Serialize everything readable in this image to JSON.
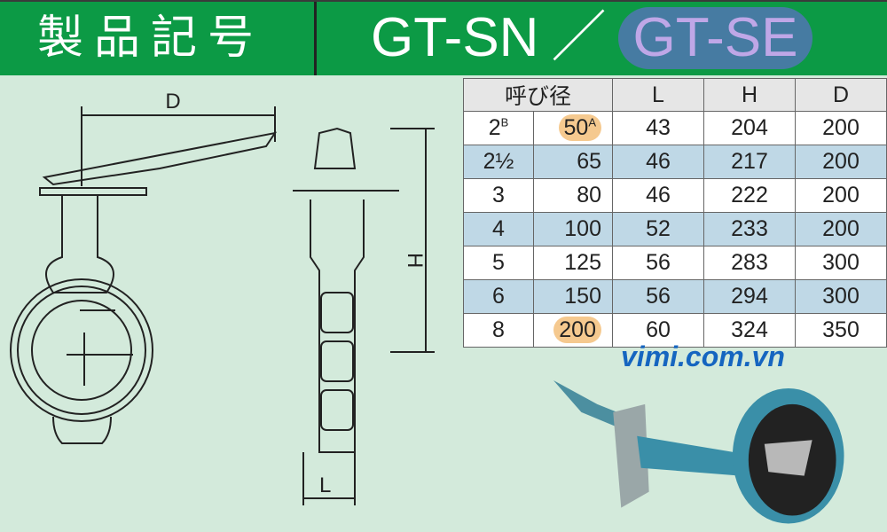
{
  "header": {
    "label": "製品記号",
    "model_a": "GT-SN",
    "separator": "／",
    "model_b": "GT-SE"
  },
  "watermark": "vimi.com.vn",
  "drawing": {
    "dim_d": "D",
    "dim_h": "H",
    "dim_l": "L"
  },
  "table": {
    "headers": [
      "呼び径",
      "L",
      "H",
      "D"
    ],
    "rows": [
      {
        "inch": "2",
        "inch_unit": "B",
        "mm": "50",
        "mm_unit": "A",
        "L": "43",
        "H": "204",
        "D": "200"
      },
      {
        "inch": "2½",
        "mm": "65",
        "L": "46",
        "H": "217",
        "D": "200"
      },
      {
        "inch": "3",
        "mm": "80",
        "L": "46",
        "H": "222",
        "D": "200"
      },
      {
        "inch": "4",
        "mm": "100",
        "L": "52",
        "H": "233",
        "D": "200"
      },
      {
        "inch": "5",
        "mm": "125",
        "L": "56",
        "H": "283",
        "D": "300"
      },
      {
        "inch": "6",
        "mm": "150",
        "L": "56",
        "H": "294",
        "D": "300"
      },
      {
        "inch": "8",
        "mm": "200",
        "L": "60",
        "H": "324",
        "D": "350"
      }
    ]
  },
  "colors": {
    "header_green": "#0c9a45",
    "highlight": "#f5c98f",
    "row_alt": "#bfd8e6",
    "valve_body": "#3a8fa8"
  }
}
